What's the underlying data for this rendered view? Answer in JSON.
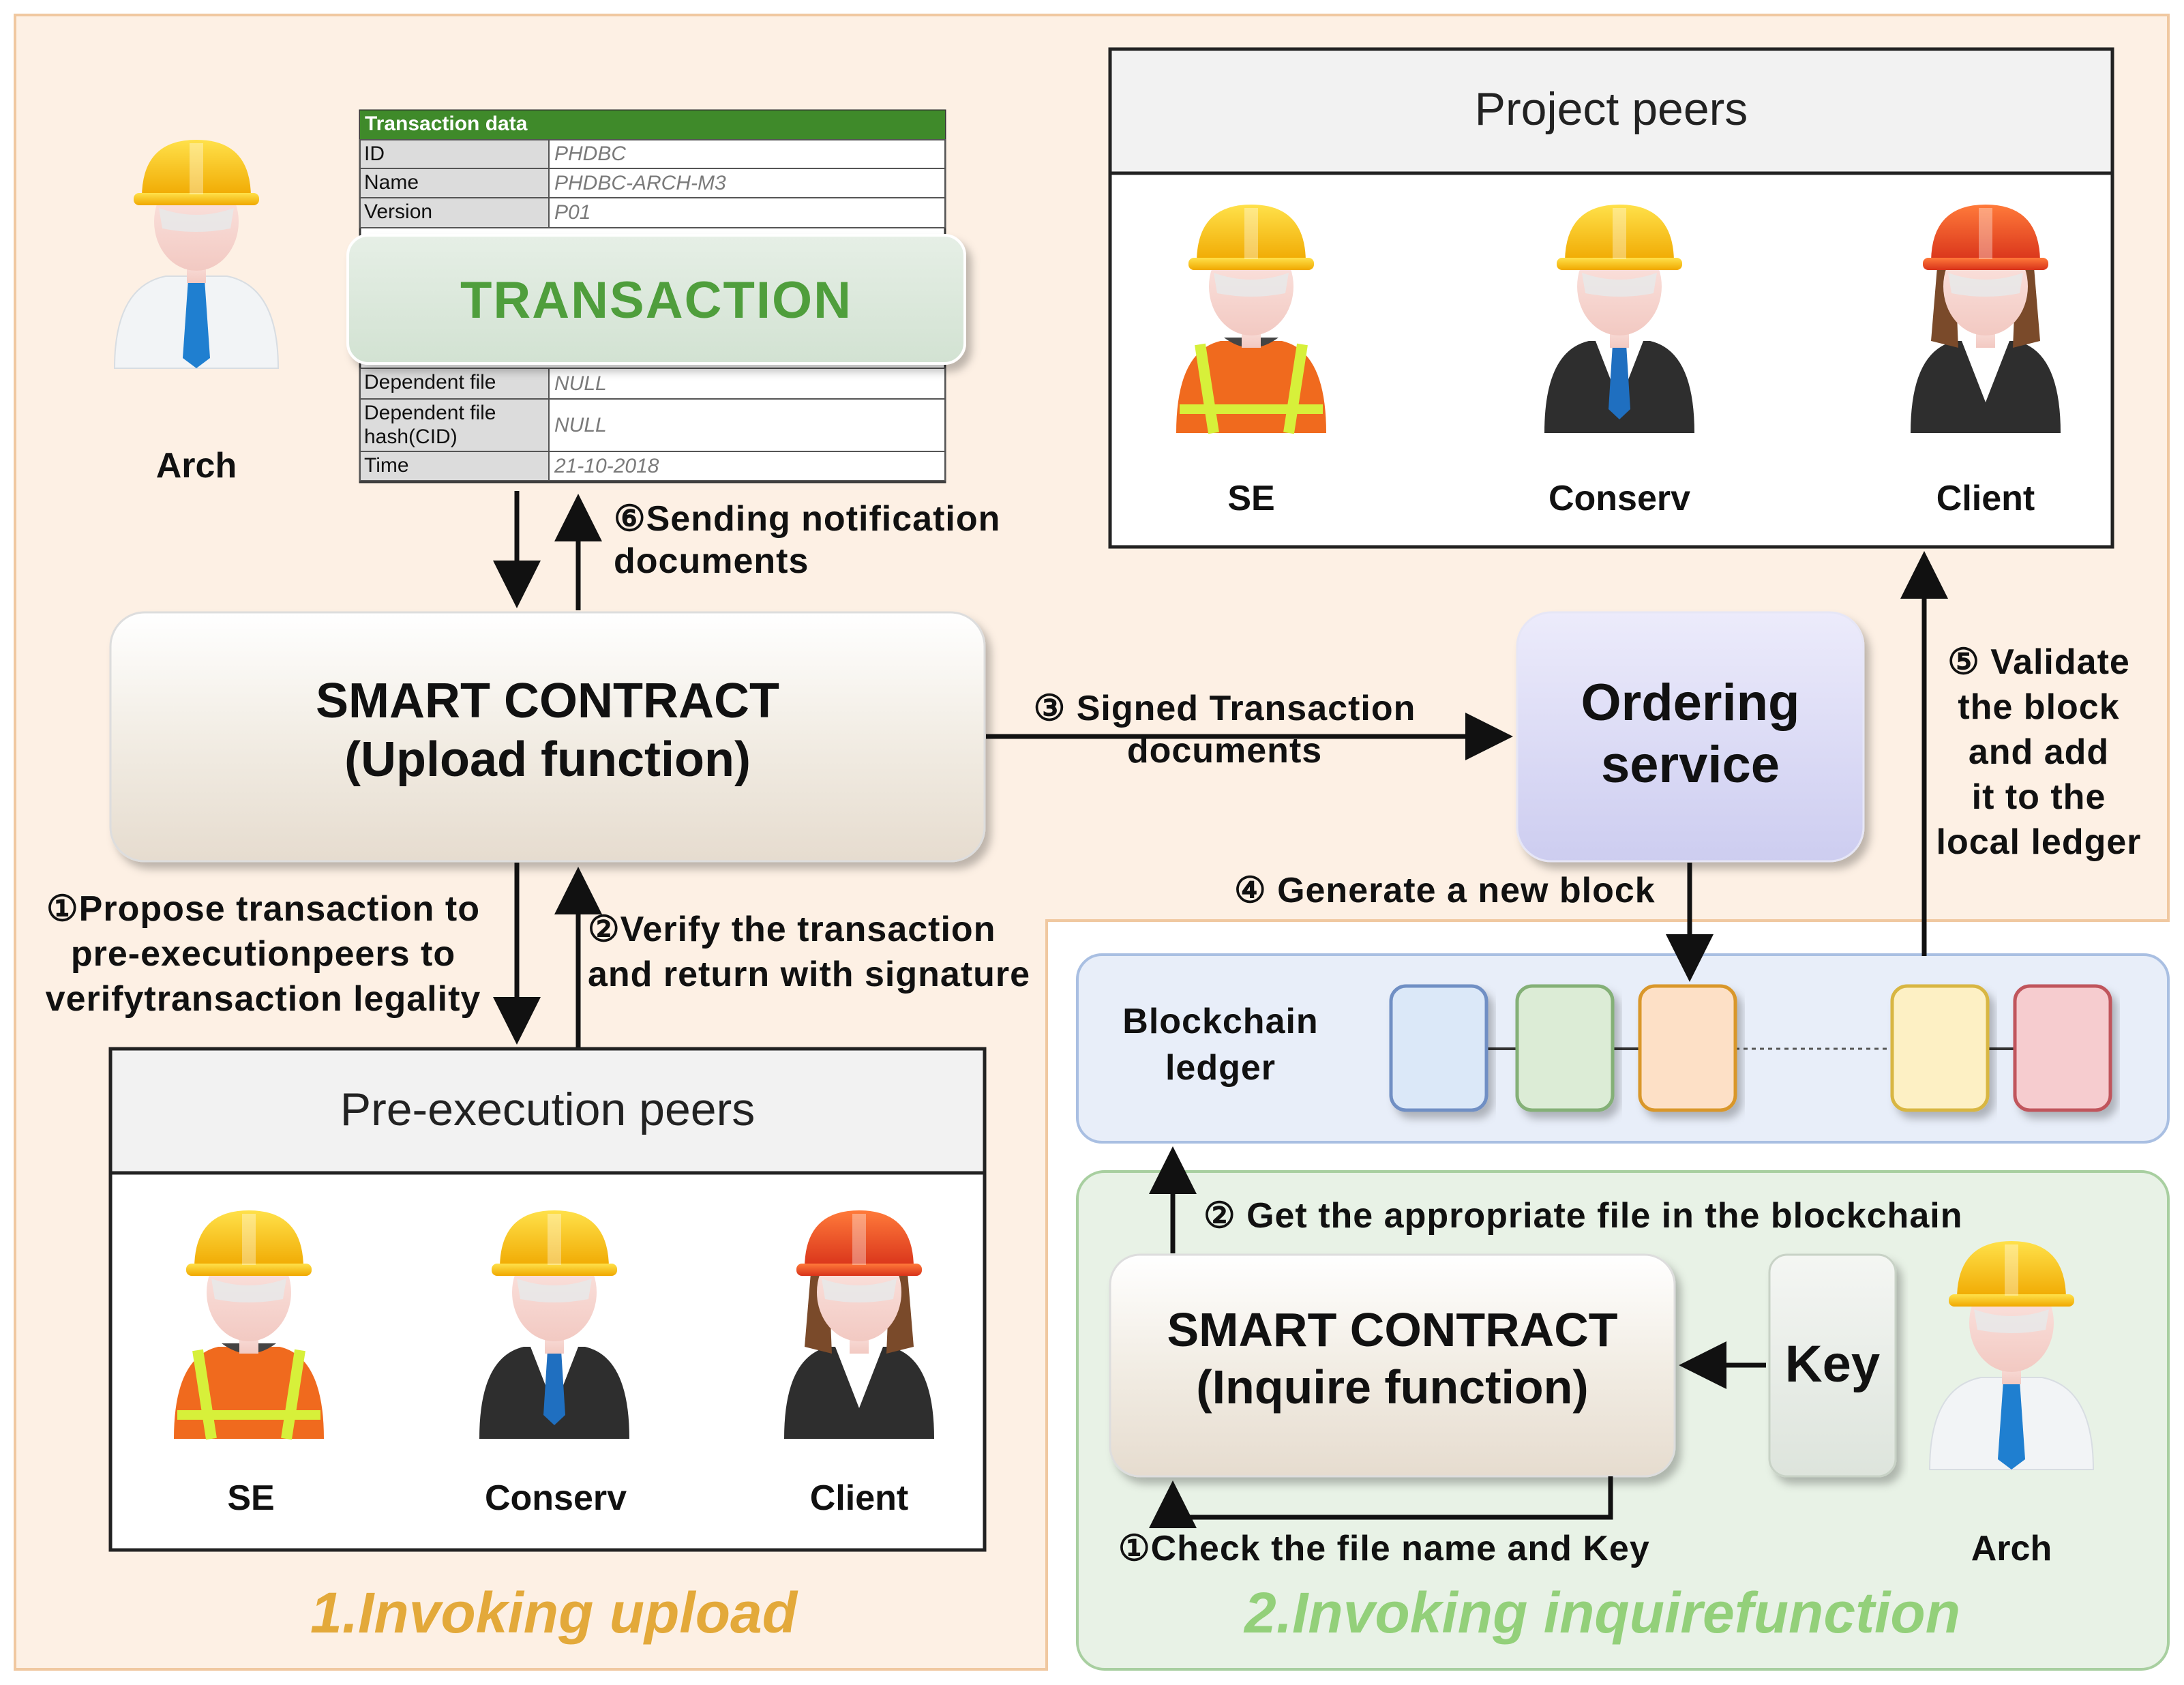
{
  "transaction_table": {
    "header": "Transaction data",
    "rows": [
      {
        "key": "ID",
        "value": "PHDBC"
      },
      {
        "key": "Name",
        "value": "PHDBC-ARCH-M3"
      },
      {
        "key": "Version",
        "value": "P01"
      },
      {
        "key": "Dependent file",
        "value": "NULL"
      },
      {
        "key": "Dependent file hash(CID)",
        "value": "NULL"
      },
      {
        "key": "Time",
        "value": "21-10-2018"
      }
    ],
    "badge": "TRANSACTION"
  },
  "actors": {
    "arch_top": "Arch",
    "arch_bottom": "Arch",
    "project_peers": [
      "SE",
      "Conserv",
      "Client"
    ],
    "pre_execution_peers": [
      "SE",
      "Conserv",
      "Client"
    ]
  },
  "boxes": {
    "project_peers_title": "Project peers",
    "pre_execution_title": "Pre-execution peers",
    "smart_contract_upload_line1": "SMART CONTRACT",
    "smart_contract_upload_line2": "(Upload function)",
    "ordering_line1": "Ordering",
    "ordering_line2": "service",
    "blockchain_line1": "Blockchain",
    "blockchain_line2": "ledger",
    "smart_contract_inquire_line1": "SMART CONTRACT",
    "smart_contract_inquire_line2": "(Inquire function)",
    "key": "Key"
  },
  "annotations": {
    "sending_line1": "⑥Sending notification",
    "sending_line2": "documents",
    "signed_line1": "③ Signed Transaction",
    "signed_line2": "documents",
    "validate_lines": [
      "⑤ Validate",
      "the block",
      "and add",
      "it to the",
      "local ledger"
    ],
    "generate": "④ Generate a new block",
    "propose_lines": [
      "①Propose transaction to",
      "pre-executionpeers to",
      "verifytransaction legality"
    ],
    "verify_lines": [
      "②Verify the transaction",
      "and return with signature"
    ],
    "get_file": "② Get the appropriate file in the blockchain",
    "check_file": "①Check the file name and Key"
  },
  "sections": {
    "upload": "1.Invoking upload",
    "inquire": "2.Invoking inquirefunction"
  },
  "colors": {
    "upload_region": "#fdf0e4",
    "upload_border": "#f0c8a0",
    "inquire_region": "#e8f2e6",
    "inquire_border": "#a8cfa0",
    "upload_section_text": "#e3a93a",
    "inquire_section_text": "#93d07a",
    "ordering_fill": "#d4d4f2",
    "blockchain_fill": "#e8eef9",
    "table_header": "#3f8a2a",
    "blocks": [
      "#dbe8f8",
      "#dcecd6",
      "#fde0c6",
      "#fdf0c4",
      "#f6cccf"
    ],
    "block_borders": [
      "#6f8fc4",
      "#84b077",
      "#d9972c",
      "#d8b642",
      "#c0555c"
    ]
  }
}
